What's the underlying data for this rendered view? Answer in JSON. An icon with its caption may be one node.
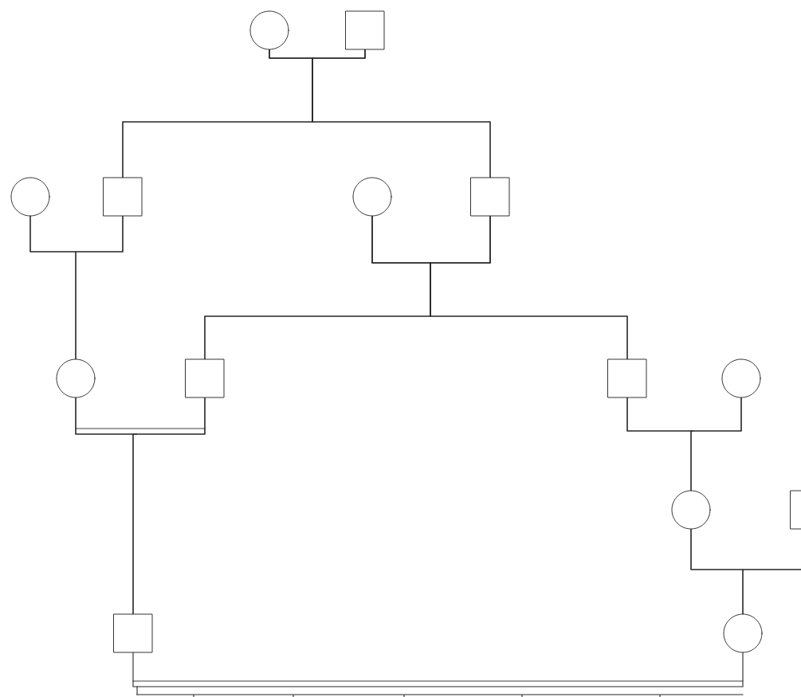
{
  "diagram": {
    "nodes": [
      {
        "text": [],
        "shape": "circle"
      },
      {
        "text": [],
        "shape": "box"
      },
      {
        "text": [],
        "shape": "circle"
      },
      {
        "text": [],
        "shape": "box"
      },
      {
        "text": [],
        "shape": "circle"
      },
      {
        "text": [],
        "shape": "box"
      },
      {
        "text": [],
        "shape": "circle"
      },
      {
        "text": [],
        "shape": "box"
      },
      {
        "text": [],
        "shape": "box"
      },
      {
        "text": [],
        "shape": "circle"
      },
      {
        "text": [],
        "shape": "circle"
      },
      {
        "text": [],
        "shape": "box"
      },
      {
        "text": [],
        "shape": "box"
      },
      {
        "text": [],
        "shape": "circle"
      }
    ],
    "edges": [
      {
        "from": 0,
        "to": 1,
        "arrow": "none"
      },
      {
        "from": 0,
        "to": 3,
        "arrow": "none"
      },
      {
        "from": 1,
        "to": 3,
        "arrow": "none"
      },
      {
        "from": 0,
        "to": 5,
        "arrow": "none"
      },
      {
        "from": 1,
        "to": 5,
        "arrow": "none"
      },
      {
        "from": 2,
        "to": 3,
        "arrow": "none"
      },
      {
        "from": 2,
        "to": 6,
        "arrow": "none"
      },
      {
        "from": 3,
        "to": 6,
        "arrow": "none"
      },
      {
        "from": 4,
        "to": 5,
        "arrow": "none"
      },
      {
        "from": 4,
        "to": 7,
        "arrow": "none"
      },
      {
        "from": 5,
        "to": 7,
        "arrow": "none"
      },
      {
        "from": 4,
        "to": 8,
        "arrow": "none"
      },
      {
        "from": 5,
        "to": 8,
        "arrow": "none"
      },
      {
        "from": 6,
        "to": 7,
        "arrow": "none"
      },
      {
        "from": 6,
        "to": 12,
        "arrow": "none"
      },
      {
        "from": 7,
        "to": 12,
        "arrow": "none"
      },
      {
        "from": 8,
        "to": 9,
        "arrow": "none"
      },
      {
        "from": 8,
        "to": 10,
        "arrow": "none"
      },
      {
        "from": 9,
        "to": 10,
        "arrow": "none"
      },
      {
        "from": 10,
        "to": 11,
        "arrow": "none"
      },
      {
        "from": 10,
        "to": 13,
        "arrow": "none"
      },
      {
        "from": 11,
        "to": 13,
        "arrow": "none"
      },
      {
        "from": 12,
        "to": 13,
        "arrow": "none"
      }
    ]
  }
}
